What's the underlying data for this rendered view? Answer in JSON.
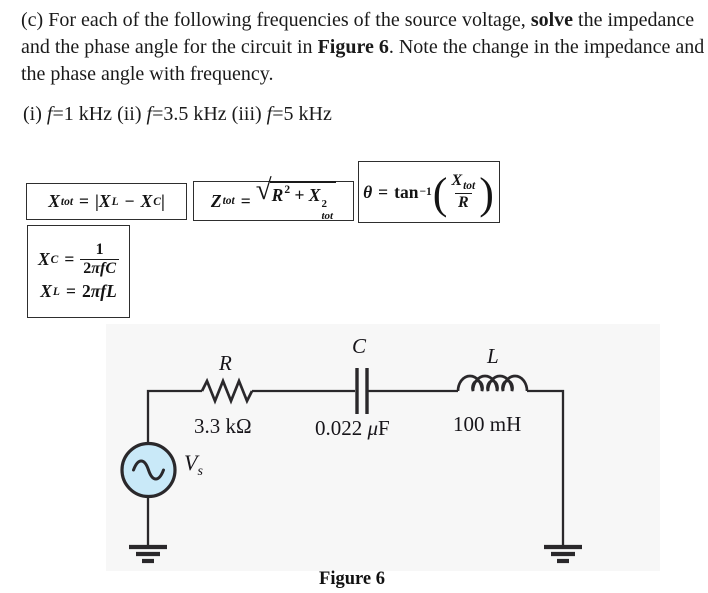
{
  "colors": {
    "source_fill": "#c9e9f8",
    "line": "#2a282b",
    "figure_bg": "#f7f7f7",
    "text": "#1a1a1a"
  },
  "paragraph": {
    "line1": {
      "t1": "(c) For each of the following frequencies of the source voltage, ",
      "b": "solve",
      "t2": " the impedance"
    },
    "line2": {
      "t1": "and the phase angle for the circuit in ",
      "b": "Figure 6",
      "t2": ". Note the change in the impedance and"
    },
    "line3": {
      "t1": "the phase angle with frequency."
    }
  },
  "frequencies": {
    "t1": "(i) ",
    "f1": "f",
    "v1": "=1 kHz ",
    "t2": "(ii) ",
    "f2": "f",
    "v2": "=3.5 kHz ",
    "t3": "(iii) ",
    "f3": "f",
    "v3": "=5 kHz"
  },
  "formulas": {
    "xtot": {
      "lhs": "X",
      "lhs_sub": "tot",
      "eq": "=",
      "open": "|",
      "a": "X",
      "a_sub": "L",
      "minus": "−",
      "b": "X",
      "b_sub": "C",
      "close": "|"
    },
    "ztot": {
      "lhs": "Z",
      "lhs_sub": "tot",
      "eq": "=",
      "radical": "√",
      "r": "R",
      "r_sup": "2",
      "plus": "+",
      "x": "X",
      "x_sup": "2",
      "x_sub": "tot"
    },
    "theta": {
      "lhs": "θ",
      "eq": "=",
      "fn": "tan",
      "fn_sup": "−1",
      "paren_open": "(",
      "num": "X",
      "num_sub": "tot",
      "den": "R",
      "paren_close": ")"
    },
    "xc": {
      "lhs": "X",
      "lhs_sub": "C",
      "eq": "=",
      "num": "1",
      "den_coef": "2",
      "den_rest": "πfC"
    },
    "xl": {
      "lhs": "X",
      "lhs_sub": "L",
      "eq": "=",
      "coef": "2",
      "rest": "πfL"
    }
  },
  "circuit": {
    "resistor_label": "R",
    "resistor_value": "3.3 kΩ",
    "capacitor_label": "C",
    "capacitor_value_num": "0.022 ",
    "capacitor_value_mu": "μ",
    "capacitor_value_unit": "F",
    "inductor_label": "L",
    "inductor_value": "100 mH",
    "source_label": "V",
    "source_sub": "s",
    "caption": "Figure 6"
  }
}
